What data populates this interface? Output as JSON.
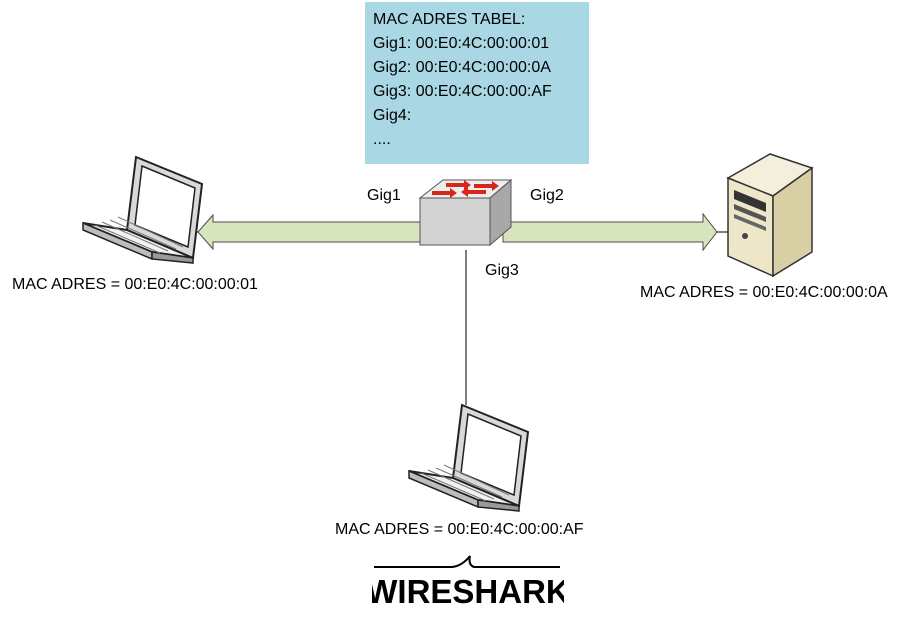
{
  "mac_table": {
    "title": "MAC ADRES TABEL:",
    "entries": [
      "Gig1: 00:E0:4C:00:00:01",
      "Gig2: 00:E0:4C:00:00:0A",
      "Gig3: 00:E0:4C:00:00:AF",
      "Gig4:",
      "...."
    ]
  },
  "ports": {
    "gig1": "Gig1",
    "gig2": "Gig2",
    "gig3": "Gig3"
  },
  "devices": {
    "left_laptop_mac": "MAC ADRES = 00:E0:4C:00:00:01",
    "server_mac": "MAC ADRES = 00:E0:4C:00:00:0A",
    "bottom_laptop_mac": "MAC ADRES = 00:E0:4C:00:00:AF"
  },
  "logo": {
    "text": "WIRESHARK"
  },
  "colors": {
    "table_bg": "#a9d7e4",
    "arrow_fill": "#d7e4bd",
    "switch_arrows": "#d9261c"
  }
}
